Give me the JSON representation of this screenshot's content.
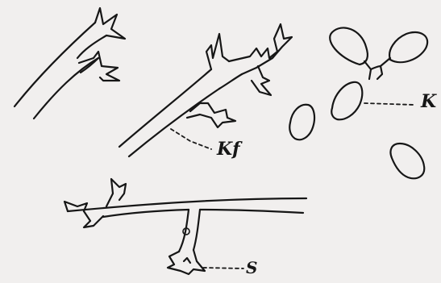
{
  "figure": {
    "labels": {
      "kf": "Kf",
      "k": "K",
      "s": "S"
    }
  }
}
